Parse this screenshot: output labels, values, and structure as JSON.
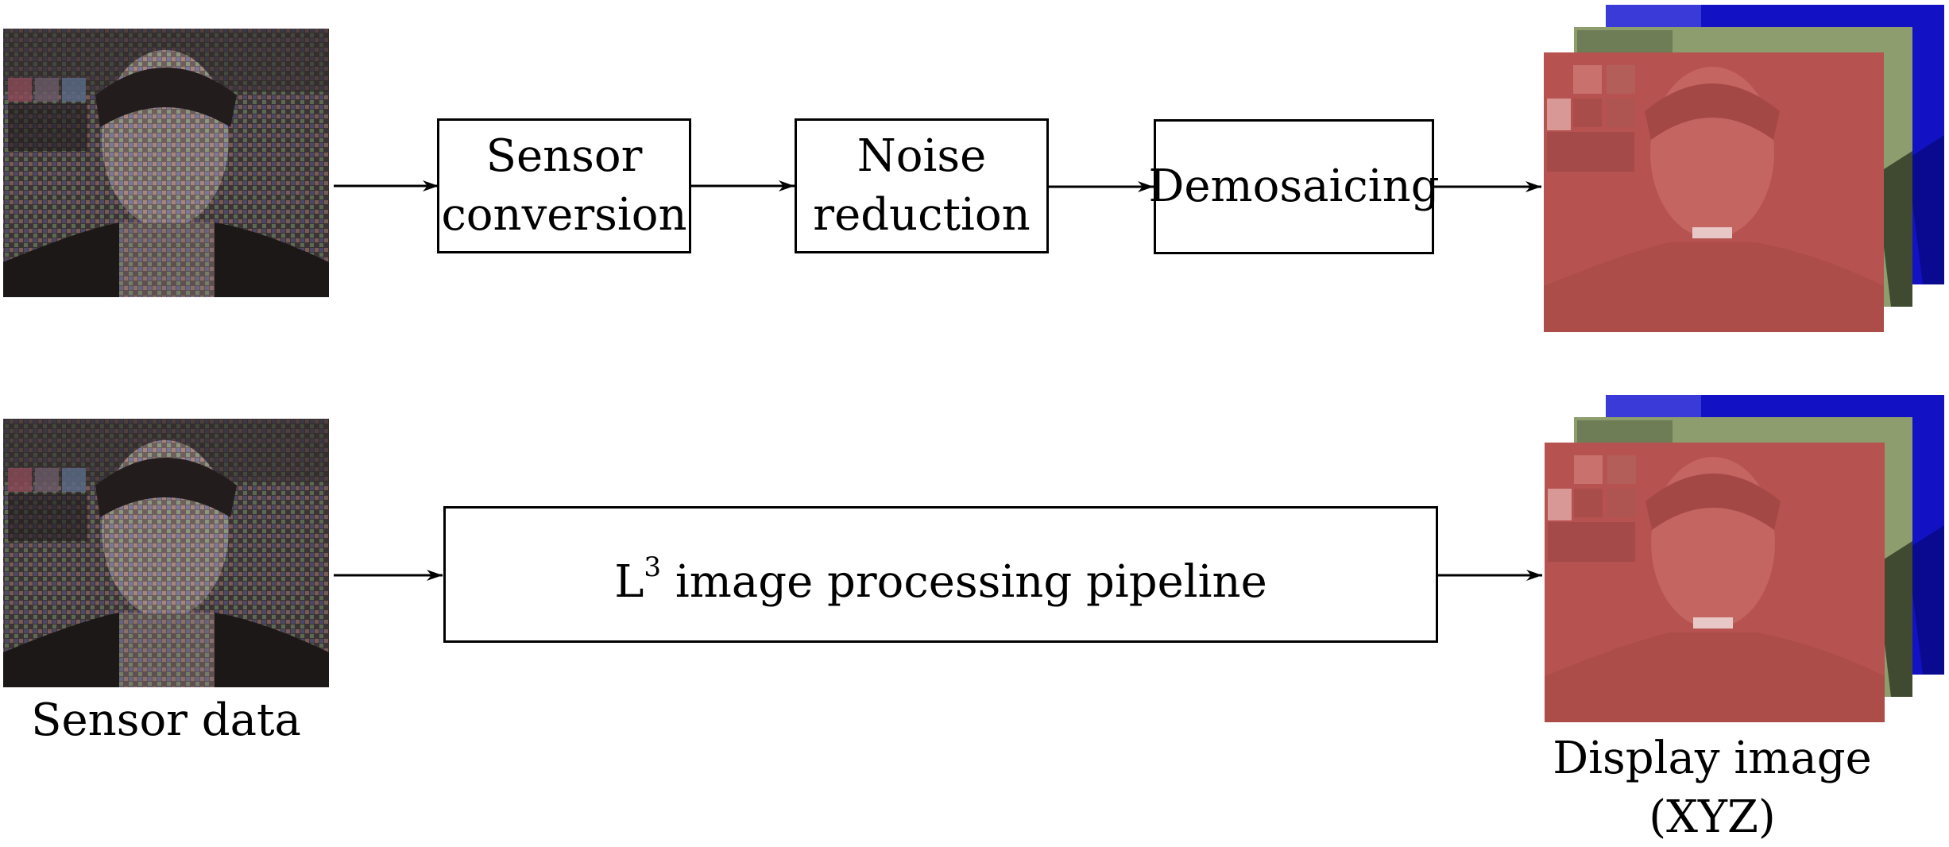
{
  "top_pipeline": {
    "step_1": "Sensor\nconversion",
    "step_2": "Noise\nreduction",
    "step_3": "Demosaicing"
  },
  "bottom_pipeline": {
    "l3_main": "L",
    "l3_superscript": "3",
    "l3_rest": " image processing pipeline"
  },
  "captions": {
    "sensor_data": "Sensor data",
    "display_image": "Display image\n(XYZ)"
  },
  "colors": {
    "red_channel": "#b5514f",
    "green_channel": "#8b9c6a",
    "blue_channel": "#1010c8",
    "sensor_mosaic": "#4a3b3a"
  }
}
